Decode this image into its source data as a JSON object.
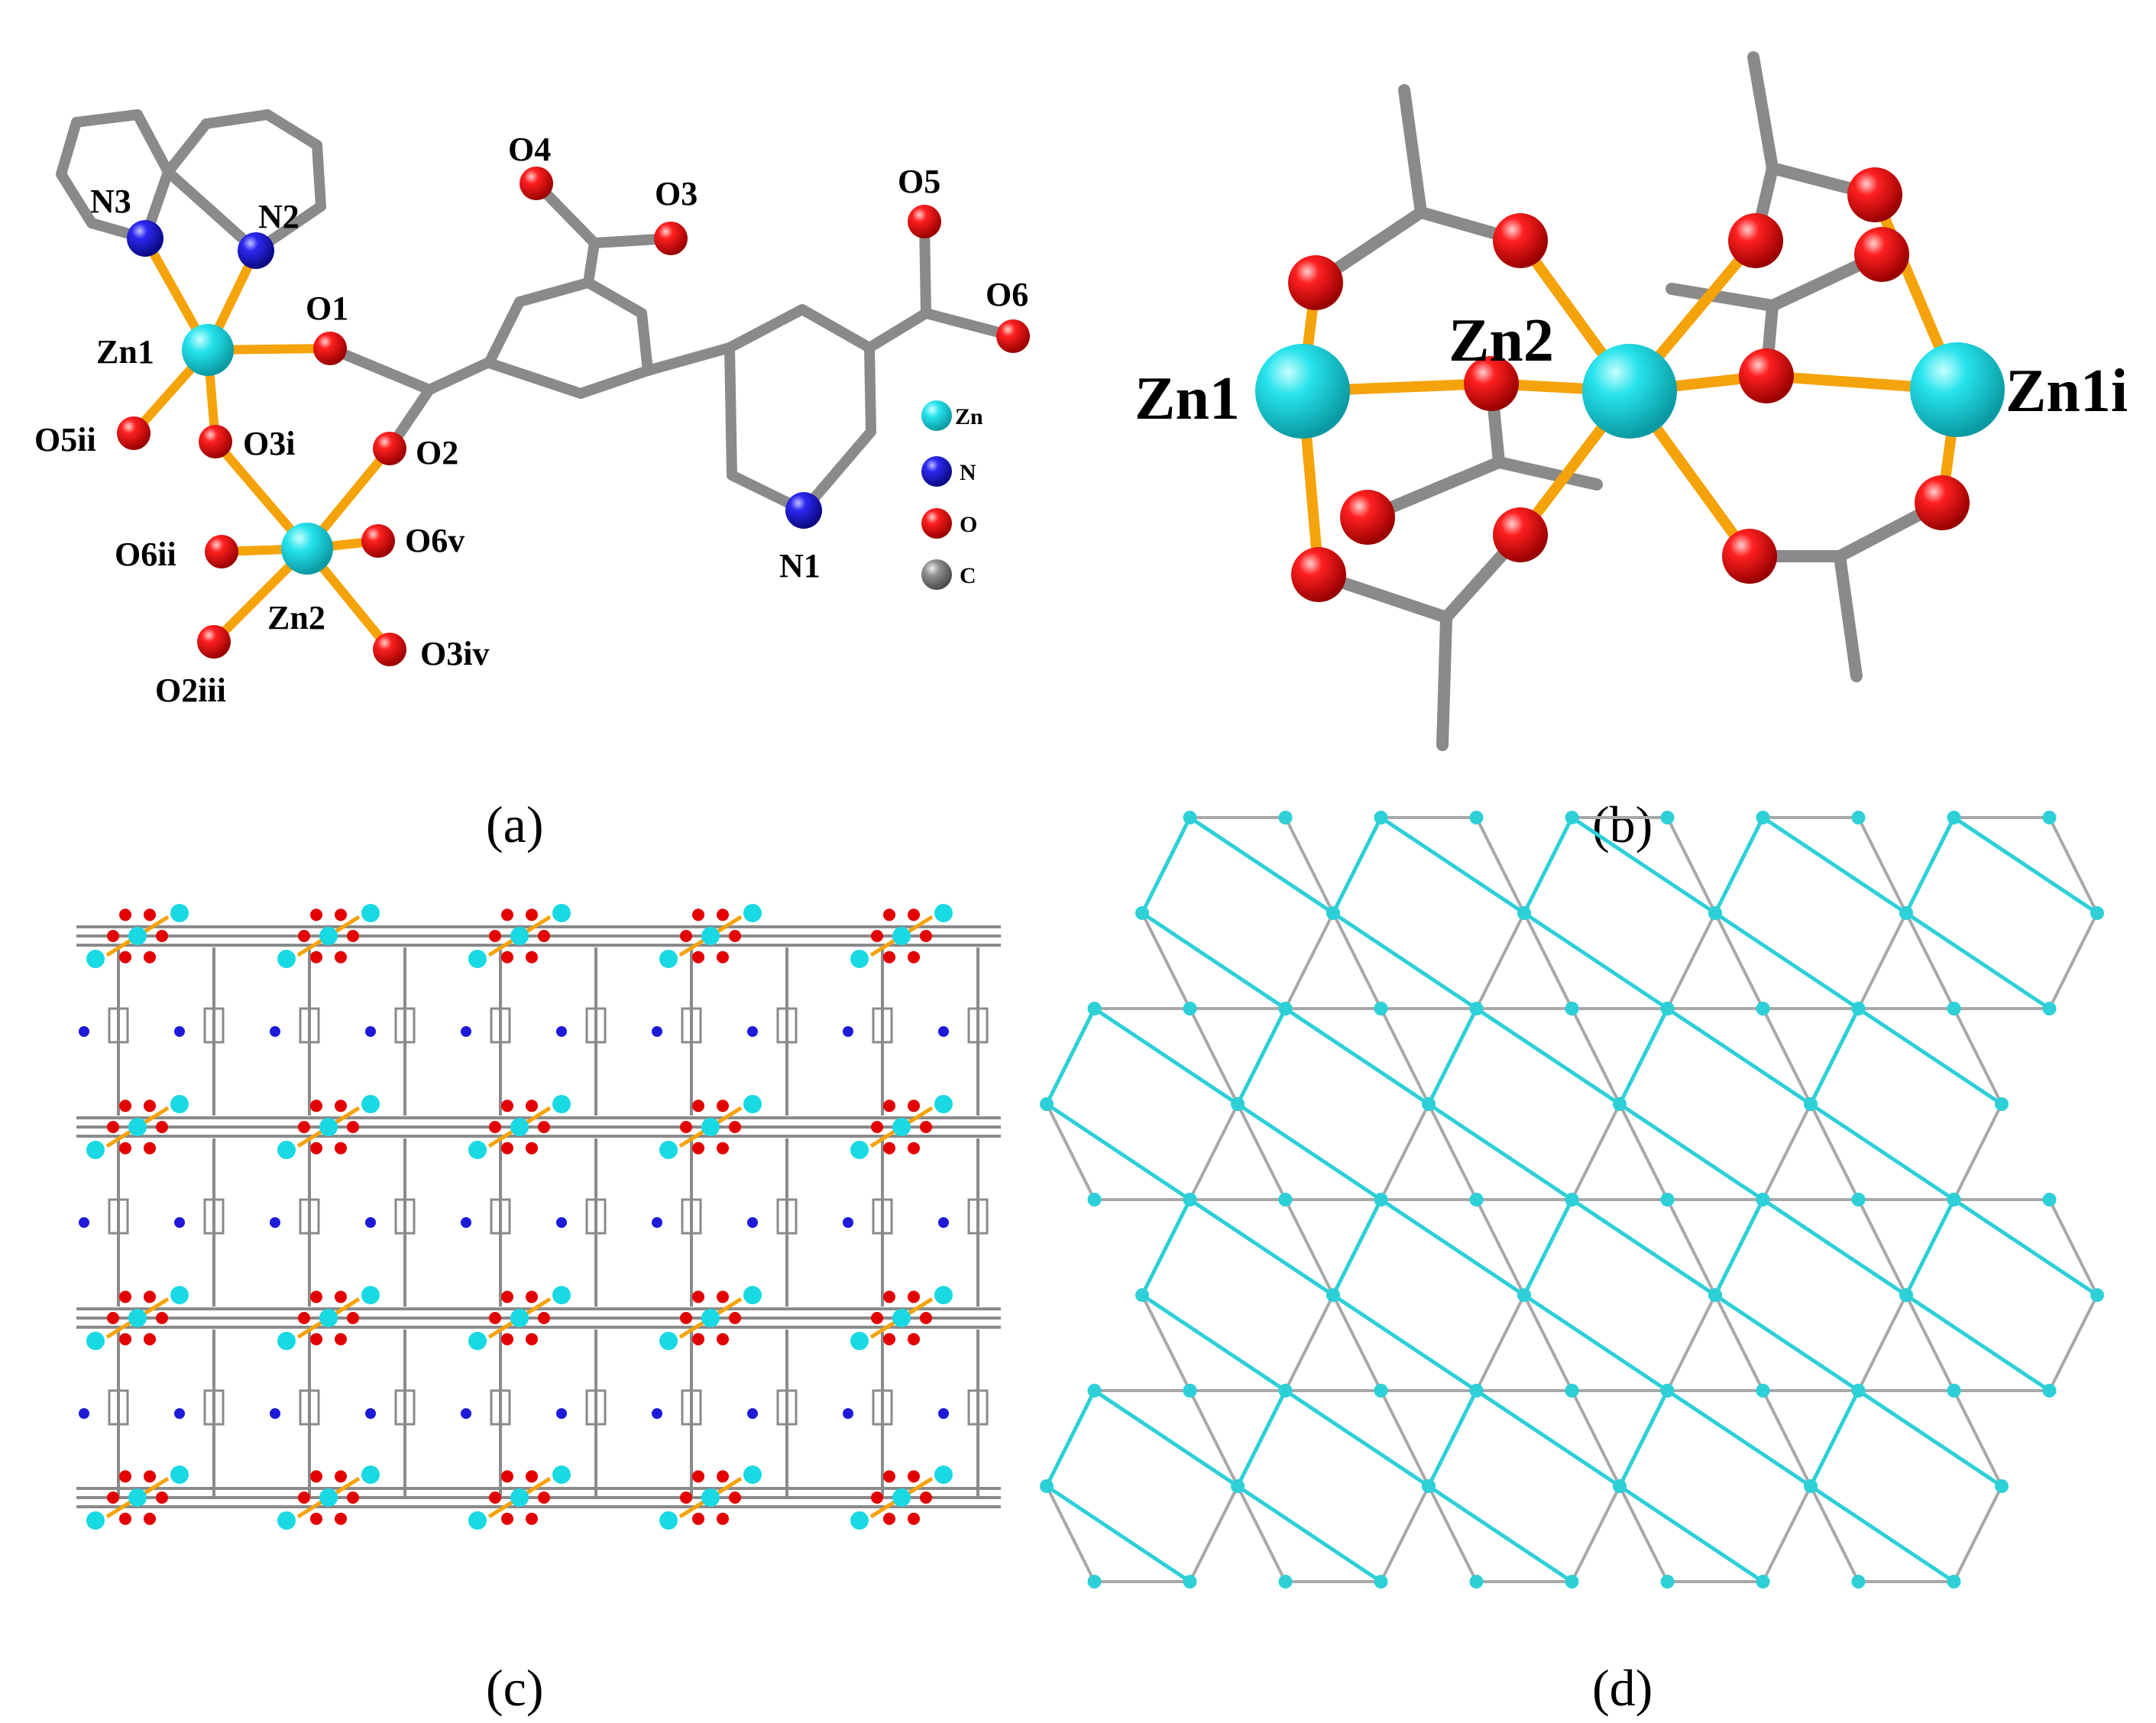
{
  "colors": {
    "zn": "#19d9e3",
    "n": "#1d1ad8",
    "o": "#e20000",
    "c": "#808080",
    "bond_metal": "#f5a30a",
    "bond_c": "#8a8a8a",
    "net_gray": "#a8a8a8",
    "net_cyan": "#2ed0d8"
  },
  "panels": {
    "a": {
      "caption": "(a)",
      "atom_labels": {
        "zn1": "Zn1",
        "zn2": "Zn2",
        "n1": "N1",
        "n2": "N2",
        "n3": "N3",
        "o1": "O1",
        "o2": "O2",
        "o3": "O3",
        "o4": "O4",
        "o5": "O5",
        "o6": "O6",
        "o3i": "O3i",
        "o5ii": "O5ii",
        "o6ii": "O6ii",
        "o6v": "O6v",
        "o2iii": "O2iii",
        "o3iv": "O3iv"
      },
      "legend": [
        {
          "label": "Zn",
          "color": "#19d9e3"
        },
        {
          "label": "N",
          "color": "#1d1ad8"
        },
        {
          "label": "O",
          "color": "#e20000"
        },
        {
          "label": "C",
          "color": "#808080"
        }
      ]
    },
    "b": {
      "caption": "(b)",
      "atom_labels": {
        "zn1": "Zn1",
        "zn2": "Zn2",
        "zn1i": "Zn1i"
      }
    },
    "c": {
      "caption": "(c)"
    },
    "d": {
      "caption": "(d)"
    }
  }
}
